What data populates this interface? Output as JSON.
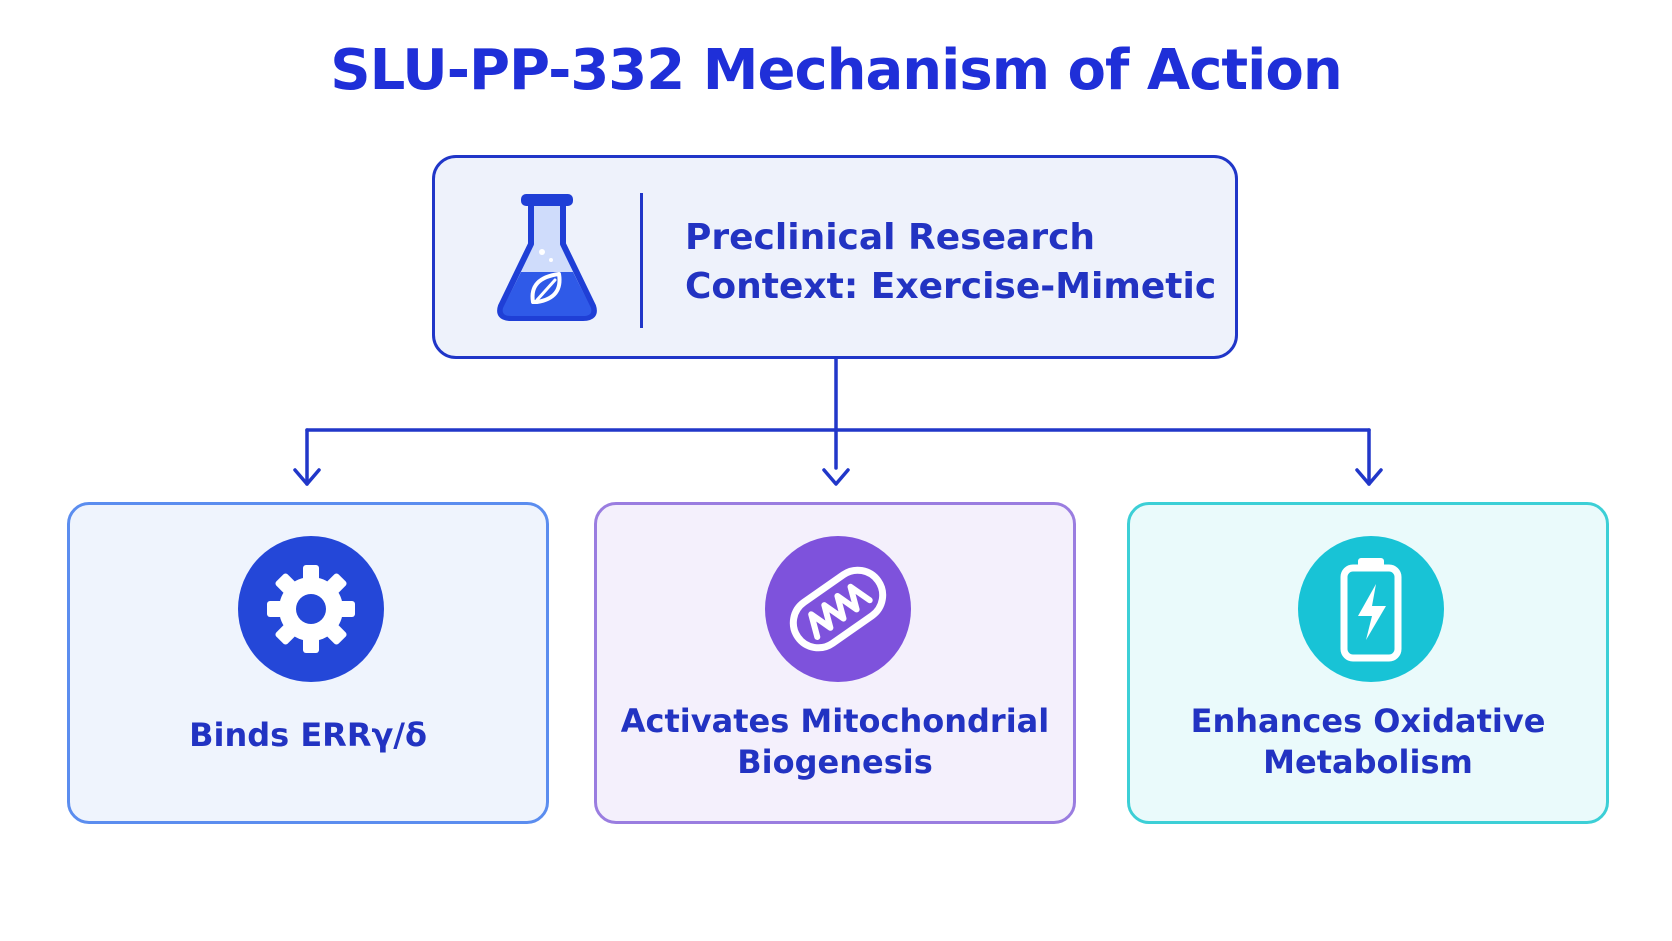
{
  "title": "SLU-PP-332 Mechanism of Action",
  "colors": {
    "primary": "#1a2bd6",
    "title": "#1f2fd8",
    "text": "#2233c2",
    "connector": "#2137c9",
    "top_border": "#2036c8",
    "card1_border": "#5b8def",
    "card1_bg": "#eff4fd",
    "card1_icon": "#2447d8",
    "card2_border": "#9a7de0",
    "card2_bg": "#f4f0fc",
    "card2_icon": "#7e52dc",
    "card3_border": "#3ccfd6",
    "card3_bg": "#eafafb",
    "card3_icon": "#18c3d6"
  },
  "top": {
    "icon": "flask-leaf-icon",
    "line1": "Preclinical Research",
    "line2": "Context: Exercise-Mimetic"
  },
  "cards": [
    {
      "icon": "gear-icon",
      "line1": "Binds ERRγ/δ",
      "line2": ""
    },
    {
      "icon": "mitochondrion-icon",
      "line1": "Activates Mitochondrial",
      "line2": "Biogenesis"
    },
    {
      "icon": "battery-bolt-icon",
      "line1": "Enhances Oxidative",
      "line2": "Metabolism"
    }
  ]
}
